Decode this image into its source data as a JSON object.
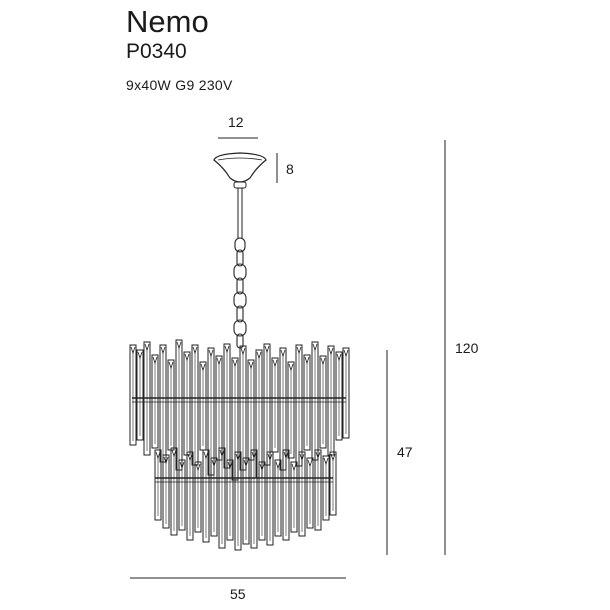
{
  "product": {
    "name": "Nemo",
    "code": "P0340",
    "specs": "9x40W  G9  230V"
  },
  "dimensions": {
    "canopy_width": "12",
    "canopy_height": "8",
    "total_height": "120",
    "body_height": "47",
    "body_width": "55"
  },
  "colors": {
    "line": "#222222"
  }
}
